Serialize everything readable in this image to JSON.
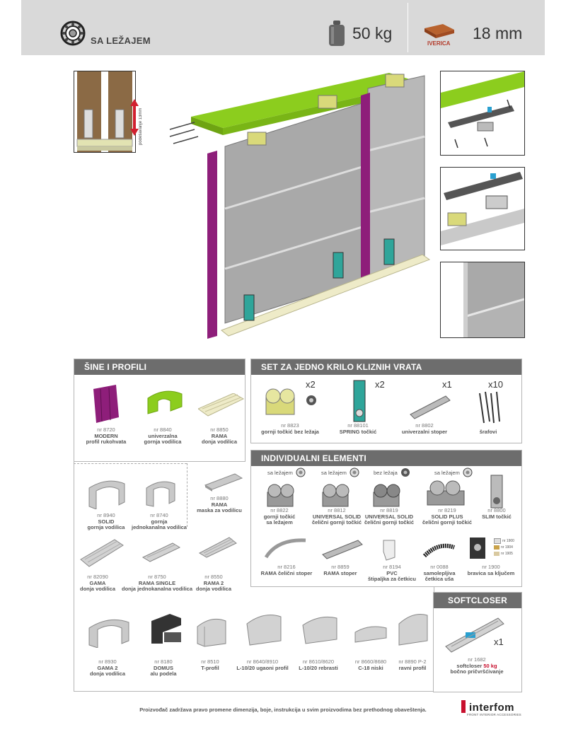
{
  "header": {
    "bearing_label": "SA LEŽAJEM",
    "weight": "50 kg",
    "thickness": "18 mm",
    "material": "IVERICA",
    "adjust_label": "podešavanje 13mm"
  },
  "sections": {
    "rails": "ŠINE I PROFILI",
    "set": "SET ZA JEDNO KRILO KLIZNIH VRATA",
    "individual": "INDIVIDUALNI ELEMENTI",
    "softcloser": "SOFTCLOSER"
  },
  "rails": [
    {
      "nr": "nr 8720",
      "name": "MODERN\nprofil rukohvata"
    },
    {
      "nr": "nr 8840",
      "name": "univerzalna\ngornja vodilica"
    },
    {
      "nr": "nr 8850",
      "name": "RAMA\ndonja vodilica"
    },
    {
      "nr": "nr 8940",
      "name": "SOLID\ngornja vodilica"
    },
    {
      "nr": "nr 8740",
      "name": "gornja\njednokanalna vodilica"
    },
    {
      "nr": "nr 8880",
      "name": "RAMA\nmaska za vodilicu"
    },
    {
      "nr": "nr 82090",
      "name": "GAMA\ndonja vodilica"
    },
    {
      "nr": "nr 8750",
      "name": "RAMA SINGLE\ndonja jednokanalna vodilica"
    },
    {
      "nr": "nr 8550",
      "name": "RAMA 2\ndonja vodilica"
    },
    {
      "nr": "nr 8930",
      "name": "GAMA 2\ndonja vodilica"
    },
    {
      "nr": "nr 8180",
      "name": "DOMUS\nalu podela"
    },
    {
      "nr": "nr 8510",
      "name": "T-profil"
    },
    {
      "nr": "nr 8640/8910",
      "name": "L-10/20 ugaoni profil"
    },
    {
      "nr": "nr 8610/8620",
      "name": "L-10/20 rebrasti"
    },
    {
      "nr": "nr 8660/8680",
      "name": "C-18 niski"
    },
    {
      "nr": "nr 8890 P-2",
      "name": "ravni profil"
    }
  ],
  "set_items": [
    {
      "qty": "x2",
      "nr": "nr 8823",
      "name": "gornji točkić bez ležaja"
    },
    {
      "qty": "x2",
      "nr": "nr 88101",
      "name": "SPRING točkić"
    },
    {
      "qty": "x1",
      "nr": "nr 8802",
      "name": "univerzalni stoper"
    },
    {
      "qty": "x10",
      "nr": "",
      "name": "šrafovi"
    }
  ],
  "individual_items": [
    {
      "tag": "sa ležajem",
      "nr": "nr 8822",
      "name": "gornji točkić\nsa ležajem"
    },
    {
      "tag": "sa ležajem",
      "nr": "nr 8812",
      "name": "UNIVERSAL SOLID\nčelični gornji točkić"
    },
    {
      "tag": "bez ležaja",
      "nr": "nr 8819",
      "name": "UNIVERSAL SOLID\nčelični gornji točkić"
    },
    {
      "tag": "sa ležajem",
      "nr": "nr 8219",
      "name": "SOLID PLUS\nčelični gornji točkić"
    },
    {
      "tag": "",
      "nr": "nr 8800",
      "name": "SLIM točkić"
    },
    {
      "tag": "",
      "nr": "nr 8216",
      "name": "RAMA čelični stoper"
    },
    {
      "tag": "",
      "nr": "nr 8859",
      "name": "RAMA stoper"
    },
    {
      "tag": "",
      "nr": "nr 8194",
      "name": "PVC\nštipaljka za četkicu"
    },
    {
      "tag": "",
      "nr": "nr 0088",
      "name": "samolepljiva\nčetkica uša"
    },
    {
      "tag": "",
      "nr": "nr 1900",
      "name": "bravica sa ključem"
    }
  ],
  "lock_variants": [
    "nr 1900",
    "nr 1904",
    "nr 1905"
  ],
  "softcloser": {
    "qty": "x1",
    "nr": "nr 1682",
    "name": "softcloser",
    "weight": "50 kg",
    "note": "bočno pričvršćivanje"
  },
  "footer": {
    "note": "Proizvođač zadržava pravo promene dimenzija, boje, instrukcija u svim proizvodima bez prethodnog obaveštenja.",
    "brand": "interfom",
    "tagline": "FRONT INTERIOR ACCESSORIES"
  },
  "colors": {
    "lime": "#8ccd1e",
    "purple": "#8e1e7a",
    "header_gray": "#6d6d6d",
    "accent_red": "#c8102e"
  }
}
